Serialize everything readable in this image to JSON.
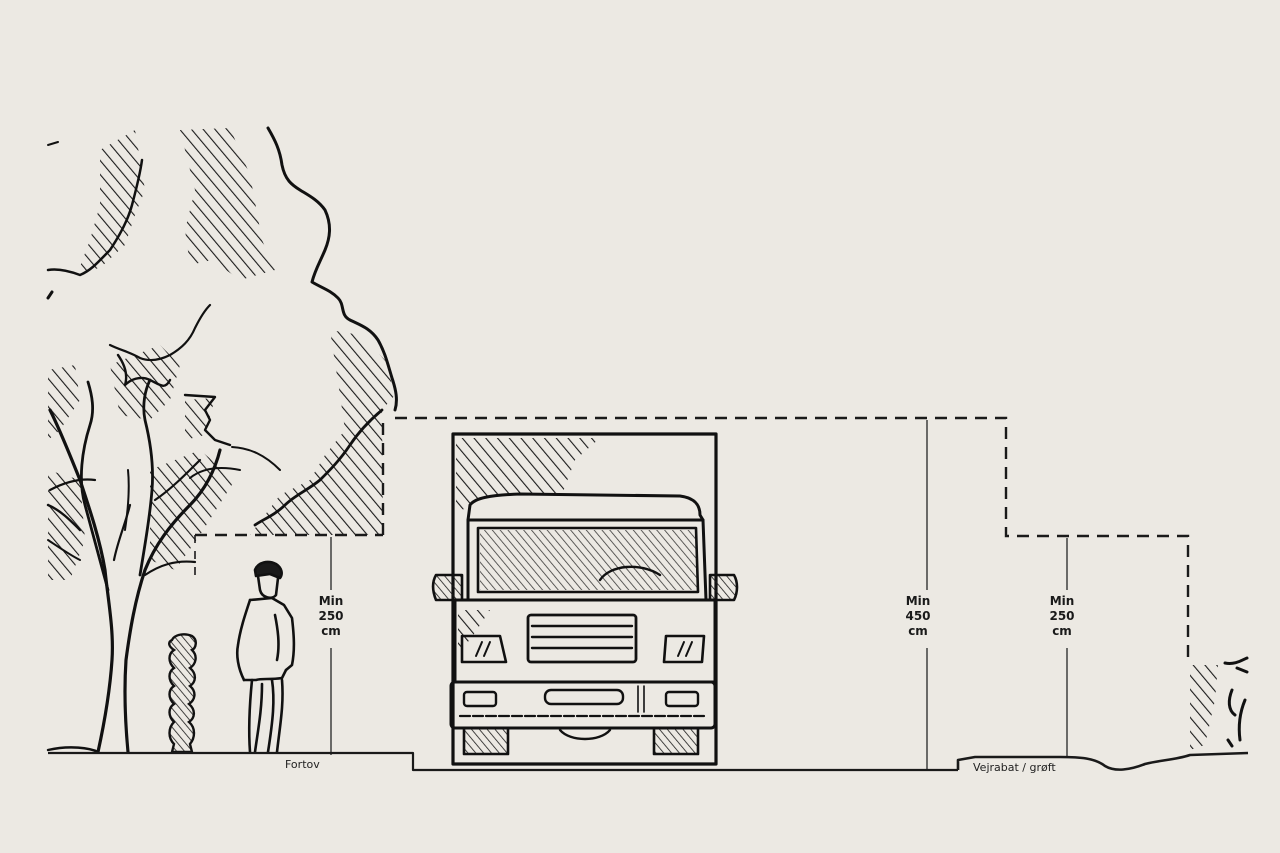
{
  "diagram": {
    "type": "road-cross-section",
    "background_color": "#ECE9E3",
    "ink_color": "#1a1a1a",
    "clearances": [
      {
        "id": "sidewalk",
        "line1": "Min",
        "line2": "250",
        "line3": "cm",
        "value_cm": 250
      },
      {
        "id": "roadway",
        "line1": "Min",
        "line2": "450",
        "line3": "cm",
        "value_cm": 450
      },
      {
        "id": "shoulder",
        "line1": "Min",
        "line2": "250",
        "line3": "cm",
        "value_cm": 250
      }
    ],
    "ground_zones": [
      {
        "id": "sidewalk",
        "label": "Fortov"
      },
      {
        "id": "shoulder",
        "label": "Vejrabat / grøft"
      }
    ],
    "figures": [
      "tree",
      "pedestrian",
      "bollard-stack",
      "truck-front",
      "bush"
    ]
  }
}
